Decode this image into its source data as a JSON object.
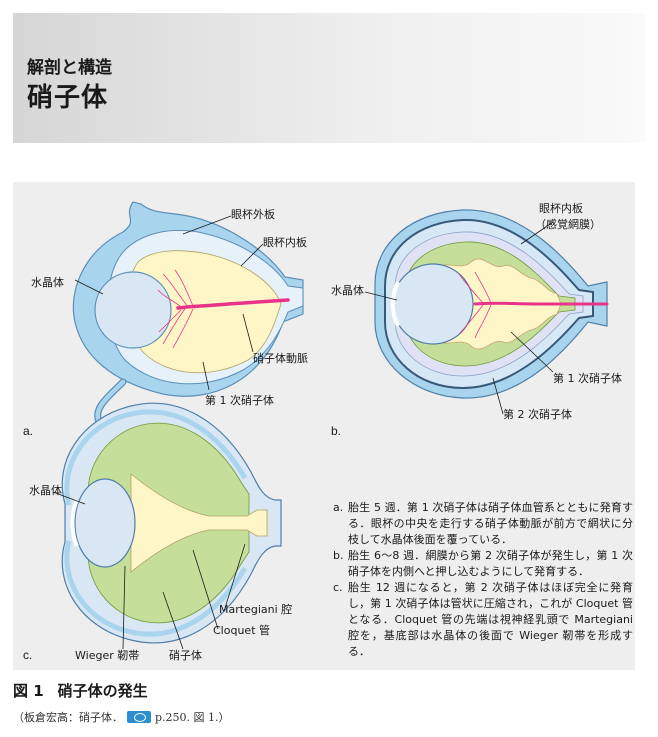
{
  "header": {
    "subtitle": "解剖と構造",
    "title": "硝子体"
  },
  "figure": {
    "panel_a": {
      "letter": "a.",
      "labels": {
        "outer_layer": "眼杯外板",
        "inner_layer": "眼杯内板",
        "lens": "水晶体",
        "artery": "硝子体動脈",
        "primary": "第 1 次硝子体"
      }
    },
    "panel_b": {
      "letter": "b.",
      "labels": {
        "inner_layer": "眼杯内板",
        "retina": "（感覚網膜）",
        "lens": "水晶体",
        "primary": "第 1 次硝子体",
        "secondary": "第 2 次硝子体"
      }
    },
    "panel_c": {
      "letter": "c.",
      "labels": {
        "lens": "水晶体",
        "martegiani": "Martegiani 腔",
        "cloquet": "Cloquet 管",
        "wieger": "Wieger 靭帯",
        "vitreous": "硝子体"
      }
    },
    "notes": [
      {
        "marker": "a.",
        "text": "胎生 5 週．第 1 次硝子体は硝子体血管系とともに発育する．眼杯の中央を走行する硝子体動脈が前方で網状に分枝して水晶体後面を覆っている．"
      },
      {
        "marker": "b.",
        "text": "胎生 6〜8 週．網膜から第 2 次硝子体が発生し，第 1 次硝子体を内側へと押し込むようにして発育する．"
      },
      {
        "marker": "c.",
        "text": "胎生 12 週になると，第 2 次硝子体はほぼ完全に発育し，第 1 次硝子体は管状に圧縮され，これが Cloquet 管となる．Cloquet 管の先端は視神経乳頭で Martegiani 腔を，基底部は水晶体の後面で Wieger 靭帯を形成する．"
      }
    ]
  },
  "caption": {
    "number": "図 1",
    "title": "硝子体の発生"
  },
  "source": {
    "prefix": "（板倉宏高：硝子体．",
    "suffix": "p.250.  図 1.）",
    "icon": "book-icon"
  },
  "colors": {
    "header_gray": "#d6d6d6",
    "panel_bg": "#eeeeee",
    "outer_blue": "#a9d4ee",
    "lens_blue": "#d9e6f4",
    "primary_yellow": "#fff6c8",
    "secondary_green": "#c5df9a",
    "artery_pink": "#e8338a",
    "icon_blue": "#2d8fd0"
  }
}
